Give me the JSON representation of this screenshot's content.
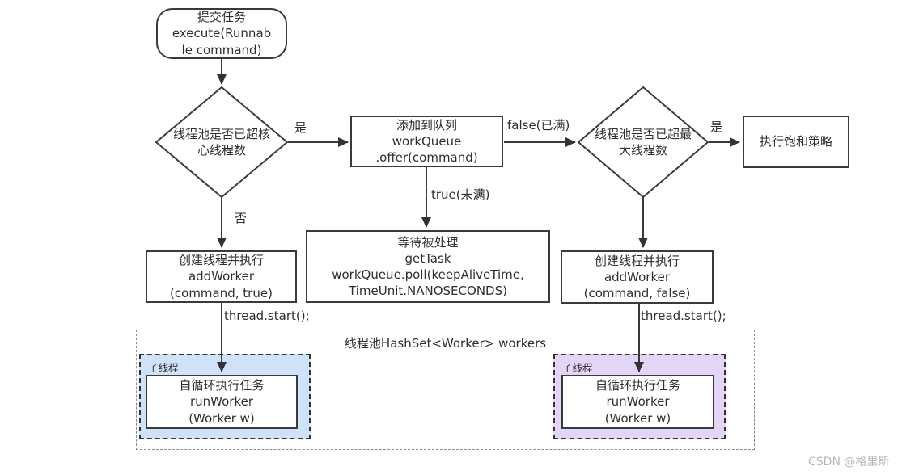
{
  "nodes": {
    "start": "提交任务\nexecute(Runnab\nle command)",
    "decision_core": "线程池是否已超核\n心线程数",
    "queue_offer": "添加到队列\nworkQueue\n.offer(command)",
    "decision_max": "线程池是否已超最\n大线程数",
    "saturation_policy": "执行饱和策略",
    "get_task": "等待被处理\ngetTask\nworkQueue.poll(keepAliveTime,\nTimeUnit.NANOSECONDS)",
    "add_worker_core": "创建线程并执行\naddWorker\n(command, true)",
    "add_worker_max": "创建线程并执行\naddWorker\n(command, false)",
    "worker_pool_title": "线程池HashSet<Worker> workers",
    "child_thread_label": "子线程",
    "run_worker": "自循环执行任务\nrunWorker\n(Worker w)"
  },
  "edge_labels": {
    "yes_core": "是",
    "no_core": "否",
    "queue_full": "false(已满)",
    "queue_not_full": "true(未满)",
    "yes_max": "是",
    "thread_start_left": "thread.start();",
    "thread_start_right": "thread.start();"
  },
  "colors": {
    "line": "#3a3a3a",
    "child_thread_left_fill": "#cfe2f7",
    "child_thread_right_fill": "#e3d5f5"
  },
  "watermark": "CSDN @格里斯"
}
